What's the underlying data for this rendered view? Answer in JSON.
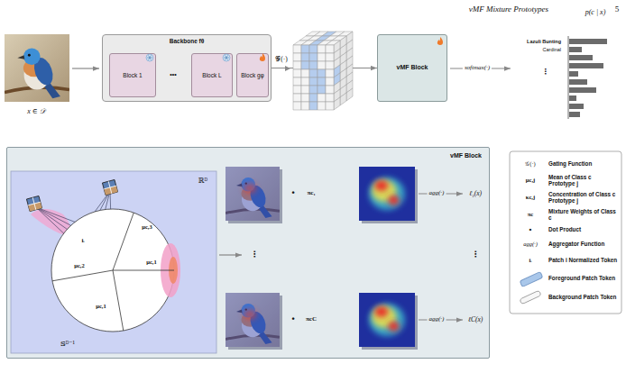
{
  "diagram": {
    "nodes": [
      {
        "text": [
          "Backbone fθ"
        ]
      },
      {
        "text": [
          "Block 1"
        ],
        "in": 0
      },
      {
        "text": [
          "Block L"
        ],
        "in": 0
      },
      {
        "text": [
          "Block gφ"
        ],
        "in": 0
      },
      {
        "text": [
          "vMF Block"
        ]
      },
      {
        "text": [
          "vMF Block"
        ]
      }
    ],
    "edges": [
      {
        "from": 0,
        "to": 4,
        "arrow": "to"
      }
    ],
    "labels": [
      "vMF Mixture Prototypes",
      "5",
      "x ∈ 𝒟",
      "•••",
      "𝒢(·)",
      "softmax(·)",
      "p(c | x)",
      "Lazuli Bunting",
      "Cardinal",
      "⋮",
      "ℝᴰ",
      "𝕊ᴰ⁻¹",
      "iᵢ",
      "μc,3",
      "μc,2",
      "μc,1",
      "μc,1",
      "•",
      "πc₁",
      "agg(·)",
      "ℓ₁(x)",
      "⋮",
      "⋮",
      "•",
      "πcC",
      "agg(·)",
      "ℓC(x)",
      "𝒢(·)",
      "μc,j",
      "κc,j",
      "πc",
      "•",
      "agg(·)",
      "iᵢ"
    ],
    "legend": [
      {
        "text": "Gating Function"
      },
      {
        "text": "Mean of Class c Prototype j"
      },
      {
        "text": "Concentration of Class c Prototype j"
      },
      {
        "text": "Mixture Weights of Class c"
      },
      {
        "text": "Dot Product"
      },
      {
        "text": "Aggregator Function"
      },
      {
        "text": "Patch i Normalized Token"
      },
      {
        "text": "Foreground Patch Token",
        "color": "#a9c7ea"
      },
      {
        "text": "Background Patch Token"
      }
    ]
  }
}
